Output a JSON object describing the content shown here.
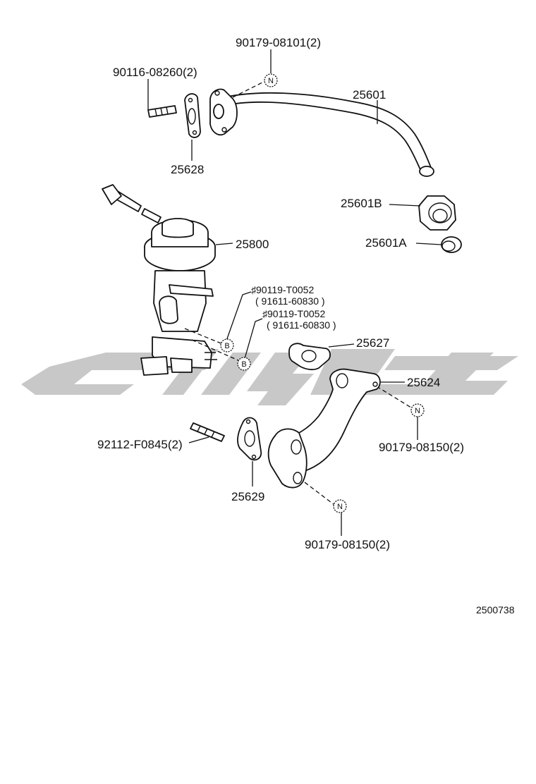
{
  "watermark_color": "#c8c8c8",
  "parts": {
    "p90179_08101": "90179-08101(2)",
    "p90116_08260": "90116-08260(2)",
    "p25601": "25601",
    "p25628": "25628",
    "p25601B": "25601B",
    "p25601A": "25601A",
    "p25800": "25800",
    "p90119_t0052_a": "♯90119-T0052",
    "p91611_60830_a": "( 91611-60830  )",
    "p90119_t0052_b": "♯90119-T0052",
    "p91611_60830_b": "( 91611-60830  )",
    "p25627": "25627",
    "p25624": "25624",
    "p90179_08150_a": "90179-08150(2)",
    "p92112_f0845": "92112-F0845(2)",
    "p25629": "25629",
    "p90179_08150_b": "90179-08150(2)"
  },
  "markers": {
    "n": "N",
    "b": "B"
  },
  "figure_id": "2500738"
}
